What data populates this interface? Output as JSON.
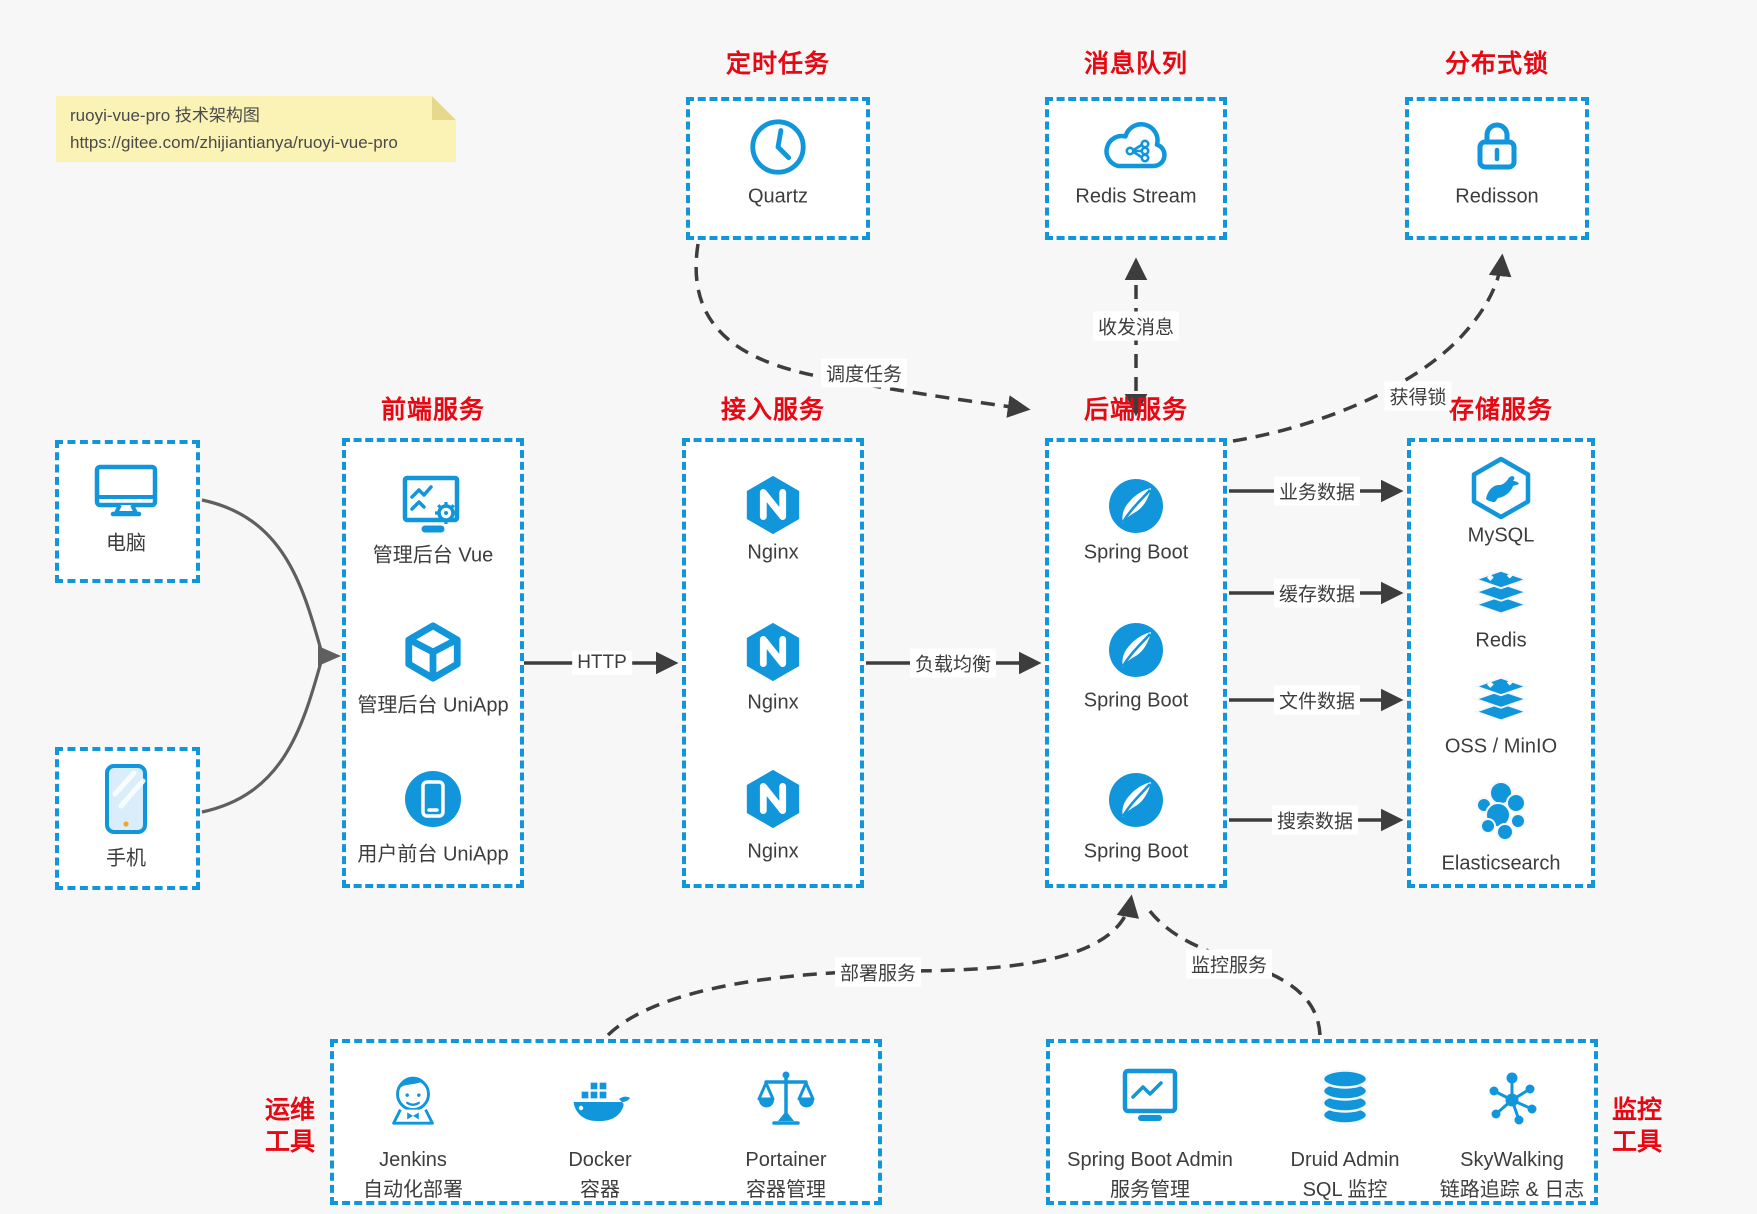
{
  "meta": {
    "background": "#f7f7f7",
    "accent_blue": "#1296db",
    "title_red": "#e60913",
    "arrow_dark": "#3d3d3d",
    "connector_gray": "#5f5f5f",
    "note_bg": "#fbf3b5"
  },
  "note": {
    "line1": "ruoyi-vue-pro 技术架构图",
    "line2": "https://gitee.com/zhijiantianya/ruoyi-vue-pro"
  },
  "top_groups": [
    {
      "title": "定时任务",
      "item": {
        "icon": "clock-icon",
        "label": "Quartz"
      }
    },
    {
      "title": "消息队列",
      "item": {
        "icon": "cloud-stream-icon",
        "label": "Redis Stream"
      }
    },
    {
      "title": "分布式锁",
      "item": {
        "icon": "lock-icon",
        "label": "Redisson"
      }
    }
  ],
  "devices": [
    {
      "icon": "desktop-icon",
      "label": "电脑"
    },
    {
      "icon": "smartphone-icon",
      "label": "手机"
    }
  ],
  "columns": [
    {
      "title": "前端服务",
      "items": [
        {
          "icon": "admin-vue-icon",
          "label": "管理后台 Vue"
        },
        {
          "icon": "uniapp-cube-icon",
          "label": "管理后台 UniApp"
        },
        {
          "icon": "user-app-icon",
          "label": "用户前台 UniApp"
        }
      ]
    },
    {
      "title": "接入服务",
      "items": [
        {
          "icon": "nginx-icon",
          "label": "Nginx"
        },
        {
          "icon": "nginx-icon",
          "label": "Nginx"
        },
        {
          "icon": "nginx-icon",
          "label": "Nginx"
        }
      ]
    },
    {
      "title": "后端服务",
      "items": [
        {
          "icon": "spring-boot-icon",
          "label": "Spring Boot"
        },
        {
          "icon": "spring-boot-icon",
          "label": "Spring Boot"
        },
        {
          "icon": "spring-boot-icon",
          "label": "Spring Boot"
        }
      ]
    },
    {
      "title": "存储服务",
      "items": [
        {
          "icon": "mysql-icon",
          "label": "MySQL"
        },
        {
          "icon": "redis-stack-icon",
          "label": "Redis"
        },
        {
          "icon": "oss-stack-icon",
          "label": "OSS / MinIO"
        },
        {
          "icon": "elasticsearch-icon",
          "label": "Elasticsearch"
        }
      ]
    }
  ],
  "bottom_groups": [
    {
      "side_label_line1": "运维",
      "side_label_line2": "工具",
      "items": [
        {
          "icon": "jenkins-icon",
          "name": "Jenkins",
          "desc": "自动化部署"
        },
        {
          "icon": "docker-icon",
          "name": "Docker",
          "desc": "容器"
        },
        {
          "icon": "portainer-icon",
          "name": "Portainer",
          "desc": "容器管理"
        }
      ]
    },
    {
      "side_label_line1": "监控",
      "side_label_line2": "工具",
      "items": [
        {
          "icon": "monitor-chart-icon",
          "name": "Spring Boot Admin",
          "desc": "服务管理"
        },
        {
          "icon": "database-icon",
          "name": "Druid Admin",
          "desc": "SQL 监控"
        },
        {
          "icon": "network-nodes-icon",
          "name": "SkyWalking",
          "desc": "链路追踪 & 日志"
        }
      ]
    }
  ],
  "edges": {
    "http": "HTTP",
    "load_balance": "负载均衡",
    "business_data": "业务数据",
    "cache_data": "缓存数据",
    "file_data": "文件数据",
    "search_data": "搜索数据",
    "schedule_task": "调度任务",
    "send_receive_message": "收发消息",
    "acquire_lock": "获得锁",
    "deploy_service": "部署服务",
    "monitor_service": "监控服务"
  }
}
